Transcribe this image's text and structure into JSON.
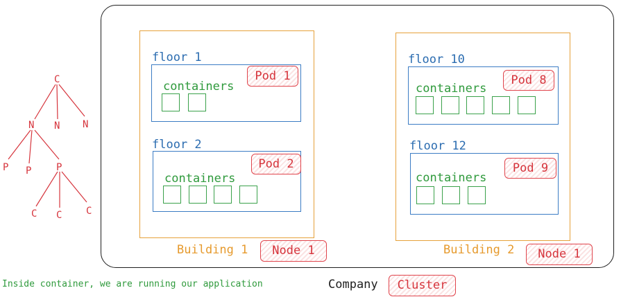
{
  "tree": {
    "root": "C",
    "level1": [
      "N",
      "N",
      "N"
    ],
    "level2": [
      "P",
      "P",
      "P"
    ],
    "level3": [
      "C",
      "C",
      "C"
    ]
  },
  "cluster": {
    "company_label": "Company",
    "tag": "Cluster"
  },
  "note": "Inside container, we are running our application",
  "buildings": [
    {
      "label": "Building 1",
      "node_tag": "Node 1",
      "floors": [
        {
          "label": "floor 1",
          "containers_label": "containers",
          "pod_tag": "Pod 1",
          "container_count": 2
        },
        {
          "label": "floor 2",
          "containers_label": "containers",
          "pod_tag": "Pod 2",
          "container_count": 4
        }
      ]
    },
    {
      "label": "Building 2",
      "node_tag": "Node 1",
      "floors": [
        {
          "label": "floor 10",
          "containers_label": "containers",
          "pod_tag": "Pod 8",
          "container_count": 5
        },
        {
          "label": "floor 12",
          "containers_label": "containers",
          "pod_tag": "Pod 9",
          "container_count": 3
        }
      ]
    }
  ],
  "colors": {
    "tree": "#d6343c",
    "building": "#e6a13a",
    "floor": "#3b7cc4",
    "container": "#3aa14a",
    "tag": "#e0444c"
  }
}
